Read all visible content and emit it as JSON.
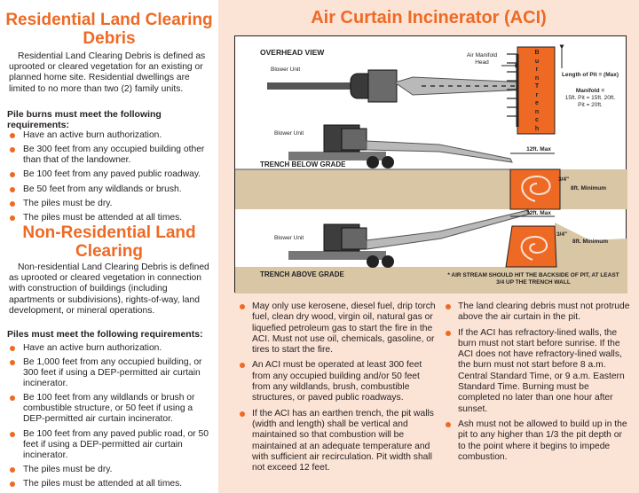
{
  "residential": {
    "title": "Residential Land Clearing Debris",
    "description": "Residential Land Clearing Debris is defined as uprooted or cleared vegetation for an existing or planned home site. Residential dwellings are limited to no more than two (2) family units.",
    "requirements_heading": "Pile burns must meet the following requirements:",
    "requirements": [
      "Have an active burn authorization.",
      "Be 300 feet from any occupied building other than that of the landowner.",
      "Be 100 feet from any paved public roadway.",
      "Be 50 feet from any wildlands or brush.",
      "The piles must be dry.",
      "The piles must be attended at all times."
    ]
  },
  "non_residential": {
    "title": "Non-Residential Land Clearing",
    "description": "Non-residential Land Clearing Debris is defined as uprooted or cleared vegetation in connection with construction of buildings (including apartments or subdivisions), rights-of-way, land development, or mineral operations.",
    "requirements_heading": "Piles must meet the following requirements:",
    "requirements": [
      "Have an active burn authorization.",
      "Be 1,000 feet from any occupied building, or 300 feet if using a DEP-permitted air curtain incinerator.",
      "Be 100 feet from any wildlands or brush or combustible structure, or 50 feet if using a DEP-permitted air curtain incinerator.",
      "Be 100 feet from any paved public road, or 50 feet if using a DEP-permitted air curtain incinerator.",
      "The piles must be dry.",
      "The piles must be attended at all times."
    ]
  },
  "aci": {
    "title": "Air Curtain Incinerator (ACI)",
    "diagram": {
      "overhead_view": "OVERHEAD VIEW",
      "blower_unit_1": "Blower Unit",
      "blower_unit_2": "Blower Unit",
      "blower_unit_3": "Blower Unit",
      "air_manifold_head": "Air Manifold Head",
      "burn_trench": [
        "B",
        "u",
        "r",
        "n",
        "T",
        "r",
        "e",
        "n",
        "c",
        "h"
      ],
      "length_of_pit": "Length of Pit = (Max)",
      "manifold_label": "Manifold =",
      "manifold_values": "15ft. Pit = 15ft. 20ft. Pit = 20ft.",
      "trench_below": "TRENCH BELOW GRADE",
      "trench_above": "TRENCH ABOVE GRADE",
      "max_12ft_1": "12ft. Max",
      "max_12ft_2": "12ft. Max",
      "three_quarter_1": "3/4\"",
      "three_quarter_2": "3/4\"",
      "min_8ft_1": "8ft. Minimum",
      "min_8ft_2": "8ft. Minimum",
      "air_stream_note": "* AIR STREAM SHOULD HIT THE BACKSIDE OF PIT, AT LEAST 3/4 UP THE TRENCH WALL"
    },
    "rules_left": [
      "May only use kerosene, diesel fuel, drip torch fuel, clean dry wood, virgin oil, natural gas or liquefied petroleum gas to start the fire in the ACI. Must not use oil, chemicals, gasoline, or tires to start the fire.",
      "An ACI must be operated at least 300 feet from any occupied building and/or 50 feet from any wildlands, brush, combustible structures, or paved public roadways.",
      "If the ACI has an earthen trench, the pit walls (width and length) shall be vertical and maintained so that combustion will be maintained at an adequate temperature and with sufficient air recirculation. Pit width shall not exceed 12 feet."
    ],
    "rules_right": [
      "The land clearing debris must not protrude above the air curtain in the pit.",
      "If the ACI has refractory-lined walls, the burn must not start before sunrise. If the ACI does not have refractory-lined walls, the burn must not start before 8 a.m. Central Standard Time, or 9 a.m. Eastern Standard Time. Burning must be completed no later than one hour after sunset.",
      "Ash must not be allowed to build up in the pit to any higher than 1/3 the pit depth or to the point where it begins to impede combustion."
    ]
  },
  "colors": {
    "accent": "#ee6a24",
    "panel": "#fbe3d6",
    "ground": "#d8c6a4"
  }
}
